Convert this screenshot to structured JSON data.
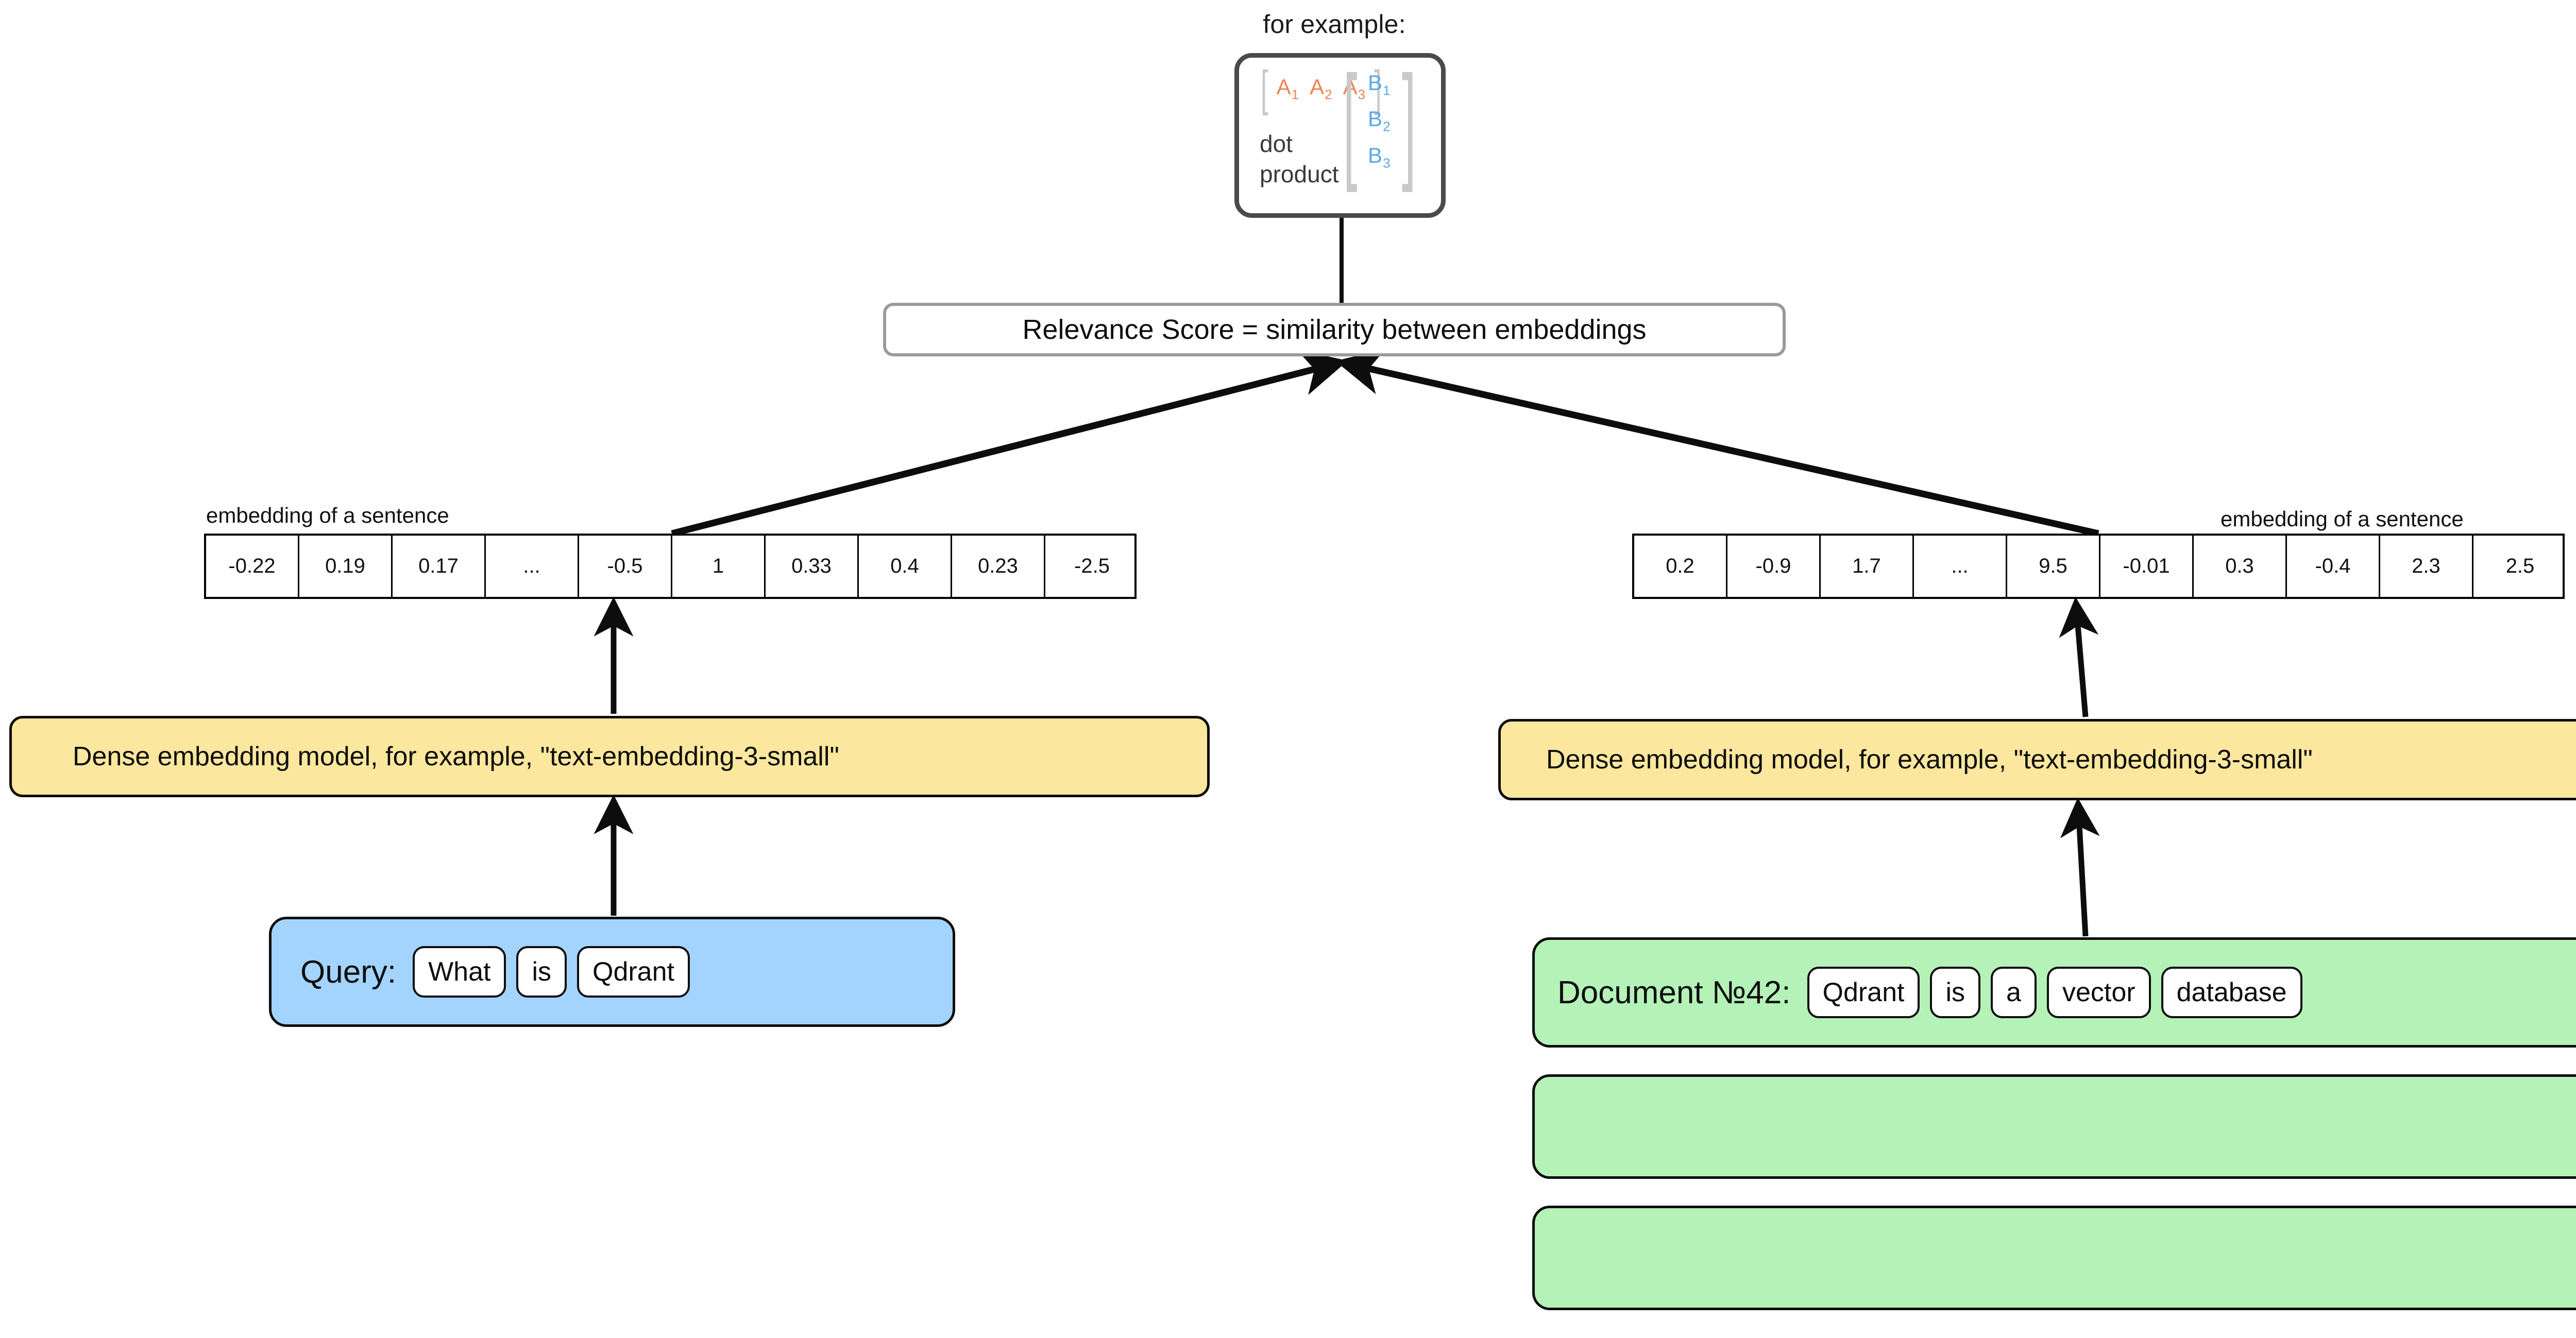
{
  "diagram": {
    "for_example_label": "for example:",
    "dot_product": {
      "row_vector": [
        "A",
        "A",
        "A"
      ],
      "row_subscripts": [
        "1",
        "2",
        "3"
      ],
      "col_vector": [
        "B",
        "B",
        "B"
      ],
      "col_subscripts": [
        "1",
        "2",
        "3"
      ],
      "operation_line1": "dot",
      "operation_line2": "product",
      "row_color": "#ef8354",
      "col_color": "#5aa9e6",
      "bracket_color": "#c9c9c9",
      "border_color": "#4a4a4a"
    },
    "relevance": {
      "text": "Relevance Score = similarity between embeddings",
      "border_color": "#9a9a9a"
    },
    "left": {
      "vector_label": "embedding of a sentence",
      "vector_values": [
        "-0.22",
        "0.19",
        "0.17",
        "...",
        "-0.5",
        "1",
        "0.33",
        "0.4",
        "0.23",
        "-2.5"
      ],
      "model_label": "Dense embedding model, for example, \"text-embedding-3-small\"",
      "model_color": "#fce79e",
      "input_prefix": "Query:",
      "input_tokens": [
        "What",
        "is",
        "Qdrant"
      ],
      "input_color": "#a3d4fd"
    },
    "right": {
      "vector_label": "embedding of a sentence",
      "vector_values": [
        "0.2",
        "-0.9",
        "1.7",
        "...",
        "9.5",
        "-0.01",
        "0.3",
        "-0.4",
        "2.3",
        "2.5"
      ],
      "model_label": "Dense embedding model, for example, \"text-embedding-3-small\"",
      "model_color": "#fce79e",
      "input_prefix": "Document №42:",
      "input_tokens": [
        "Qdrant",
        "is",
        "a",
        "vector",
        "database"
      ],
      "input_color": "#b4f2b8"
    }
  }
}
